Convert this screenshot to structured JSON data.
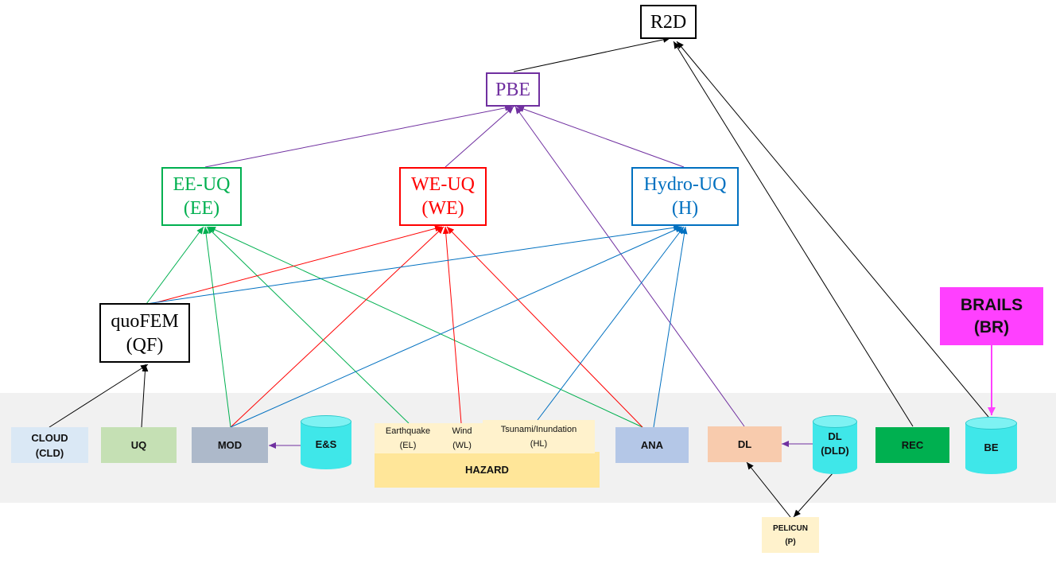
{
  "nodes": {
    "r2d": "R2D",
    "pbe": "PBE",
    "eeuq": {
      "line1": "EE-UQ",
      "line2": "(EE)"
    },
    "weuq": {
      "line1": "WE-UQ",
      "line2": "(WE)"
    },
    "hydrouq": {
      "line1": "Hydro-UQ",
      "line2": "(H)"
    },
    "quofem": {
      "line1": "quoFEM",
      "line2": "(QF)"
    },
    "brails": {
      "line1": "BRAILS",
      "line2": "(BR)"
    },
    "cloud": {
      "line1": "CLOUD",
      "line2": "(CLD)"
    },
    "uq": "UQ",
    "mod": "MOD",
    "es": "E&S",
    "earthquake": {
      "line1": "Earthquake",
      "line2": "(EL)"
    },
    "wind": {
      "line1": "Wind",
      "line2": "(WL)"
    },
    "tsunami": {
      "line1": "Tsunami/Inundation",
      "line2": "(HL)"
    },
    "hazard": "HAZARD",
    "ana": "ANA",
    "dl": "DL",
    "dld": {
      "line1": "DL",
      "line2": "(DLD)"
    },
    "rec": "REC",
    "be": "BE",
    "pelicun": {
      "line1": "PELICUN",
      "line2": "(P)"
    }
  },
  "colors": {
    "black": "#000000",
    "purple": "#7030a0",
    "green": "#00b050",
    "red": "#ff0000",
    "blue": "#0070c0",
    "magenta": "#ff40ff",
    "cloud_fill": "#dae8f5",
    "uq_fill": "#c5e0b4",
    "mod_fill": "#adb9ca",
    "hazard_fill": "#ffe699",
    "hazard_sub_fill": "#fff2cc",
    "ana_fill": "#b4c7e7",
    "dl_fill": "#f8cbad",
    "rec_fill": "#00b050",
    "cylinder_fill": "#3fe7e9"
  }
}
